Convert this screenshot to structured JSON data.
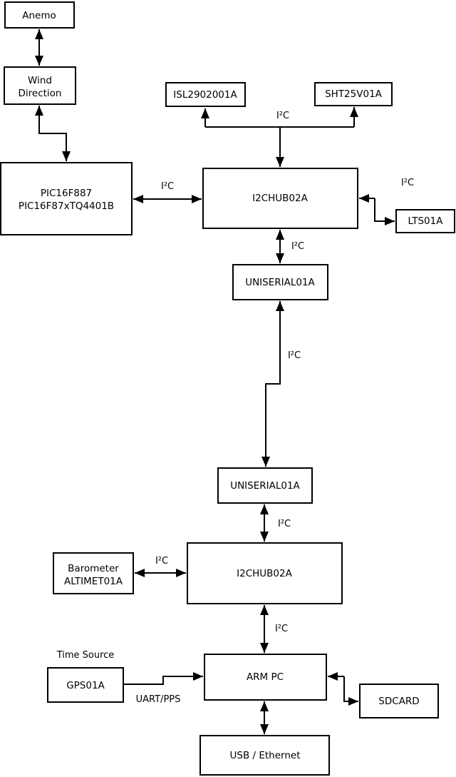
{
  "colors": {
    "background": "#ffffff",
    "box_fill": "#ffffff",
    "line": "#000000",
    "text": "#000000"
  },
  "nodes": {
    "anemo": {
      "label": "Anemo"
    },
    "wind_direction": {
      "line1": "Wind",
      "line2": "Direction"
    },
    "pic_mcu": {
      "line1": "PIC16F887",
      "line2": "PIC16F87xTQ4401B"
    },
    "isl_sensor": {
      "label": "ISL2902001A"
    },
    "sht_sensor": {
      "label": "SHT25V01A"
    },
    "i2c_hub_top": {
      "label": "I2CHUB02A"
    },
    "lts_sensor": {
      "label": "LTS01A"
    },
    "uniserial_upper": {
      "label": "UNISERIAL01A"
    },
    "uniserial_lower": {
      "label": "UNISERIAL01A"
    },
    "i2c_hub_bottom": {
      "label": "I2CHUB02A"
    },
    "barometer": {
      "line1": "Barometer",
      "line2": "ALTIMET01A"
    },
    "gps": {
      "label": "GPS01A"
    },
    "arm_pc": {
      "label": "ARM PC"
    },
    "sdcard": {
      "label": "SDCARD"
    },
    "usb_ethernet": {
      "label": "USB / Ethernet"
    }
  },
  "edge_labels": {
    "i2c_pic_hub": "I²C",
    "i2c_hub_sensors": "I²C",
    "i2c_hub_lts": "I²C",
    "i2c_hub_uniserial_upper": "I²C",
    "i2c_uniserial_link": "I²C",
    "i2c_uniserial_hub_lower": "I²C",
    "i2c_barometer_hub": "I²C",
    "i2c_hub_arm": "I²C",
    "time_source": "Time Source",
    "uart_pps": "UART/PPS"
  }
}
